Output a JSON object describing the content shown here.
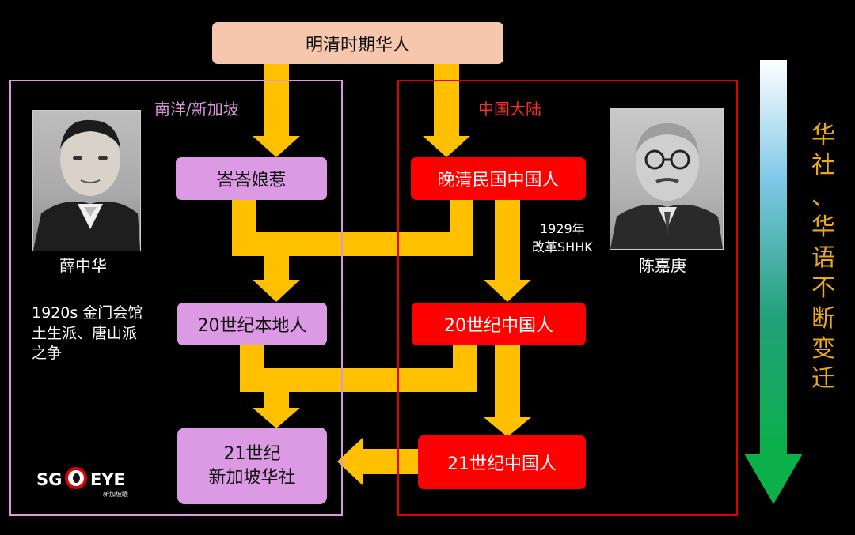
{
  "colors": {
    "arrow": "#ffc000",
    "top_node": "#f6c7ad",
    "pink_node": "#dd9ae4",
    "red_node": "#fe0000",
    "nanyang_border": "#d79bd8",
    "china_border": "#e00000",
    "side_text": "#e8a91d"
  },
  "top_node": "明清时期华人",
  "regions": {
    "nanyang": "南洋/新加坡",
    "china": "中国大陆"
  },
  "nodes": {
    "peranakan": "峇峇娘惹",
    "late_qing": "晚清民国中国人",
    "local_20c": "20世纪本地人",
    "chinese_20c": "20世纪中国人",
    "community_21c_line1": "21世纪",
    "community_21c_line2": "新加坡华社",
    "chinese_21c": "21世纪中国人"
  },
  "people": {
    "left_name": "薛中华",
    "right_name": "陈嘉庚"
  },
  "notes": {
    "left_line1": "1920s 金门会馆",
    "left_line2": "土生派、唐山派",
    "left_line3": "之争",
    "right_line1": "1929年",
    "right_line2": "改革SHHK"
  },
  "side_text": {
    "col1": [
      "华",
      "社"
    ],
    "col2": [
      "、",
      "华",
      "语",
      "不",
      "断",
      "变",
      "迁"
    ]
  },
  "logo": {
    "text_left": "SG",
    "text_right": "EYE",
    "subtitle": "新加坡眼"
  }
}
